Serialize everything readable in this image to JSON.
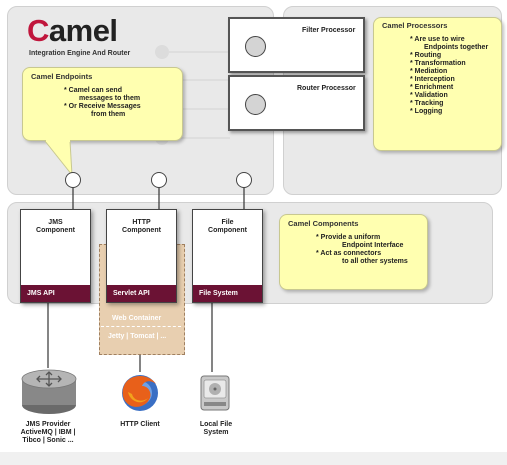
{
  "header": {
    "logo_initial": "C",
    "logo_rest": "amel",
    "subtitle": "Integration Engine And Router"
  },
  "endpoints_note": {
    "title": "Camel Endpoints",
    "items": [
      "* Camel can send",
      "messages to them",
      "* Or Receive Messages",
      "from them"
    ]
  },
  "processors": {
    "filter": {
      "label": "Filter Processor"
    },
    "router": {
      "label": "Router Processor"
    }
  },
  "processors_note": {
    "title": "Camel Processors",
    "items": [
      "* Are use to wire",
      "Endpoints together",
      "* Routing",
      "* Transformation",
      "* Mediation",
      "* Interception",
      "* Enrichment",
      "* Validation",
      "* Tracking",
      "* Logging"
    ]
  },
  "components": [
    {
      "title_line1": "JMS",
      "title_line2": "Component",
      "api": "JMS API"
    },
    {
      "title_line1": "HTTP",
      "title_line2": "Component",
      "api": "Servlet API"
    },
    {
      "title_line1": "File",
      "title_line2": "Component",
      "api": "File System"
    }
  ],
  "web_container": {
    "title": "Web Container",
    "servers": "Jetty | Tomcat | ..."
  },
  "components_note": {
    "title": "Camel Components",
    "items": [
      "* Provide a uniform",
      "Endpoint Interface",
      "* Act as connectors",
      "to all other systems"
    ]
  },
  "externals": {
    "jms": {
      "lines": [
        "JMS Provider",
        "ActiveMQ | IBM |",
        "Tibco | Sonic ..."
      ]
    },
    "http": {
      "lines": [
        "HTTP Client"
      ]
    },
    "file": {
      "lines": [
        "Local File",
        "System"
      ]
    }
  },
  "colors": {
    "api_bar": "#6b1234",
    "note": "#ffffb0",
    "logo_red": "#c0163c",
    "web_container": "#e8cfb0"
  }
}
